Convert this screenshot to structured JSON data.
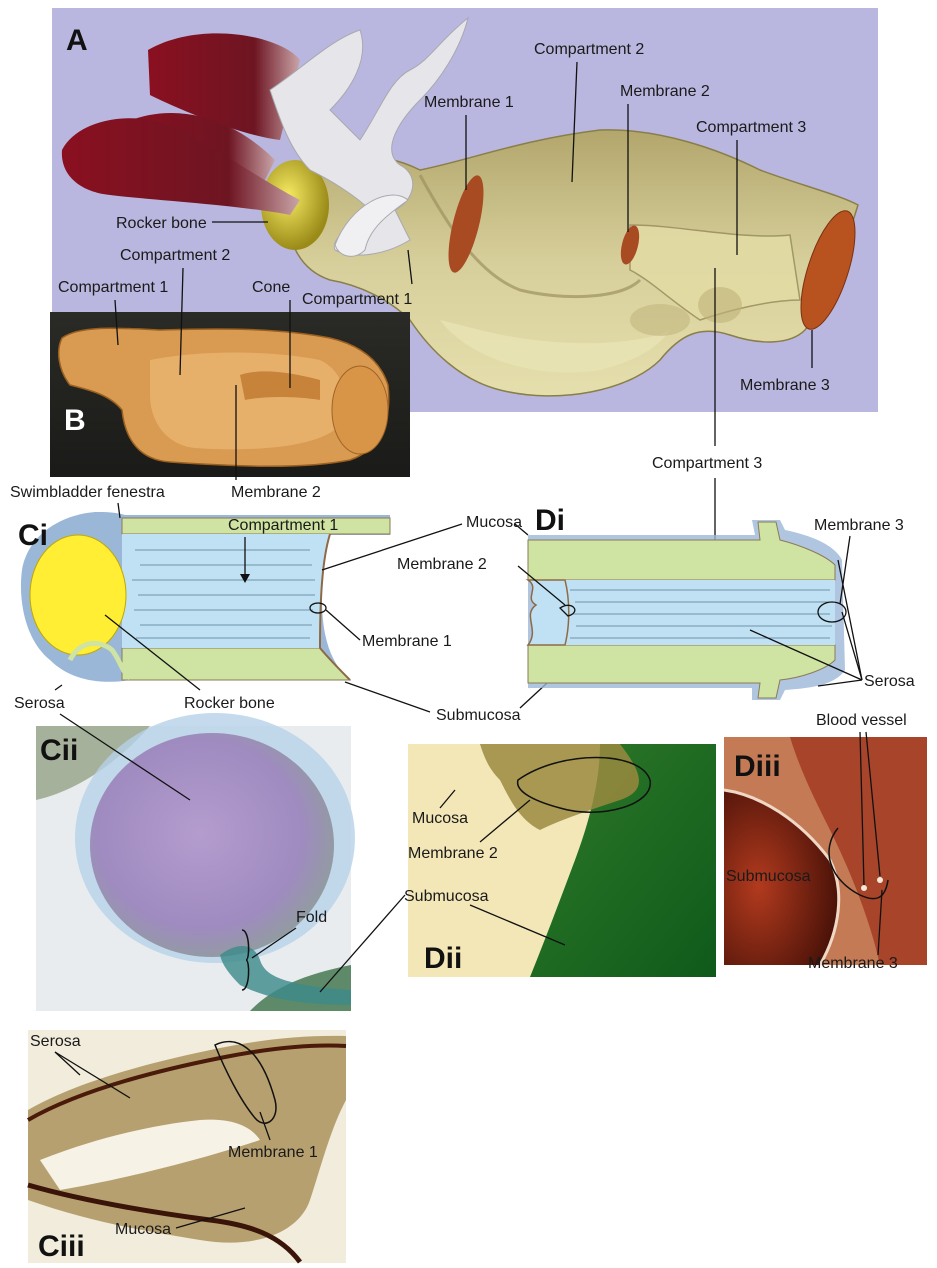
{
  "panels": {
    "a": "A",
    "b": "B",
    "ci": "Ci",
    "cii": "Cii",
    "ciii": "Ciii",
    "di": "Di",
    "dii": "Dii",
    "diii": "Diii"
  },
  "labels": {
    "compartment_1": "Compartment 1",
    "compartment_2": "Compartment 2",
    "compartment_3": "Compartment 3",
    "membrane_1": "Membrane 1",
    "membrane_2": "Membrane 2",
    "membrane_3": "Membrane 3",
    "rocker_bone": "Rocker bone",
    "cone": "Cone",
    "swimbladder_fenestra": "Swimbladder fenestra",
    "mucosa": "Mucosa",
    "submucosa": "Submucosa",
    "serosa": "Serosa",
    "fold": "Fold",
    "blood_vessel": "Blood vessel"
  },
  "colors": {
    "panel_a_background": "#b9b7df",
    "bladder_tissue": "#d8cf98",
    "muscle": "#7a1420",
    "membrane": "#a84a22",
    "rocker_bone": "#e3cc2a",
    "schematic_lumen": "#bfe1f3",
    "schematic_submucosa": "#cfe3a2",
    "schematic_serosa": "#9bb7d8",
    "rocker_bone_schematic": "#ffee33"
  }
}
